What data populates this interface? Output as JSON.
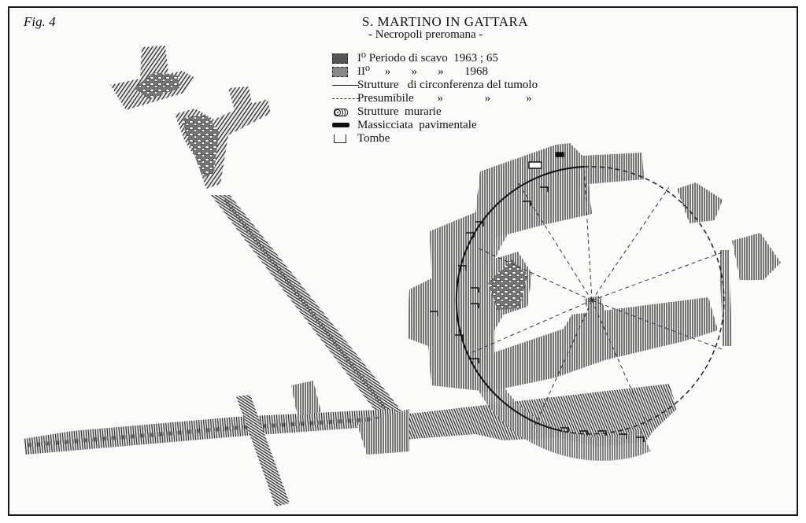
{
  "figure": {
    "label": "Fig. 4",
    "title": "S. MARTINO IN GATTARA",
    "subtitle": "- Necropoli preromana -"
  },
  "legend": {
    "items": [
      {
        "symbol": "dark-swatch",
        "text": "I⁰ Periodo di scavo  1963 ; 65"
      },
      {
        "symbol": "mid-swatch",
        "text": "II⁰     »       »       »       1968"
      },
      {
        "symbol": "solid-line",
        "text": "Strutture   di circonferenza del tumolo"
      },
      {
        "symbol": "dashed-line",
        "text": "Presumibile        »              »            »"
      },
      {
        "symbol": "stones",
        "text": "Strutture  murarie"
      },
      {
        "symbol": "black-bar",
        "text": "Massicciata  pavimentale"
      },
      {
        "symbol": "tomb",
        "text": "Tombe"
      }
    ]
  },
  "colors": {
    "ink": "#111111",
    "hatch": "#2a2a2a",
    "paper": "#fbfbf9"
  }
}
